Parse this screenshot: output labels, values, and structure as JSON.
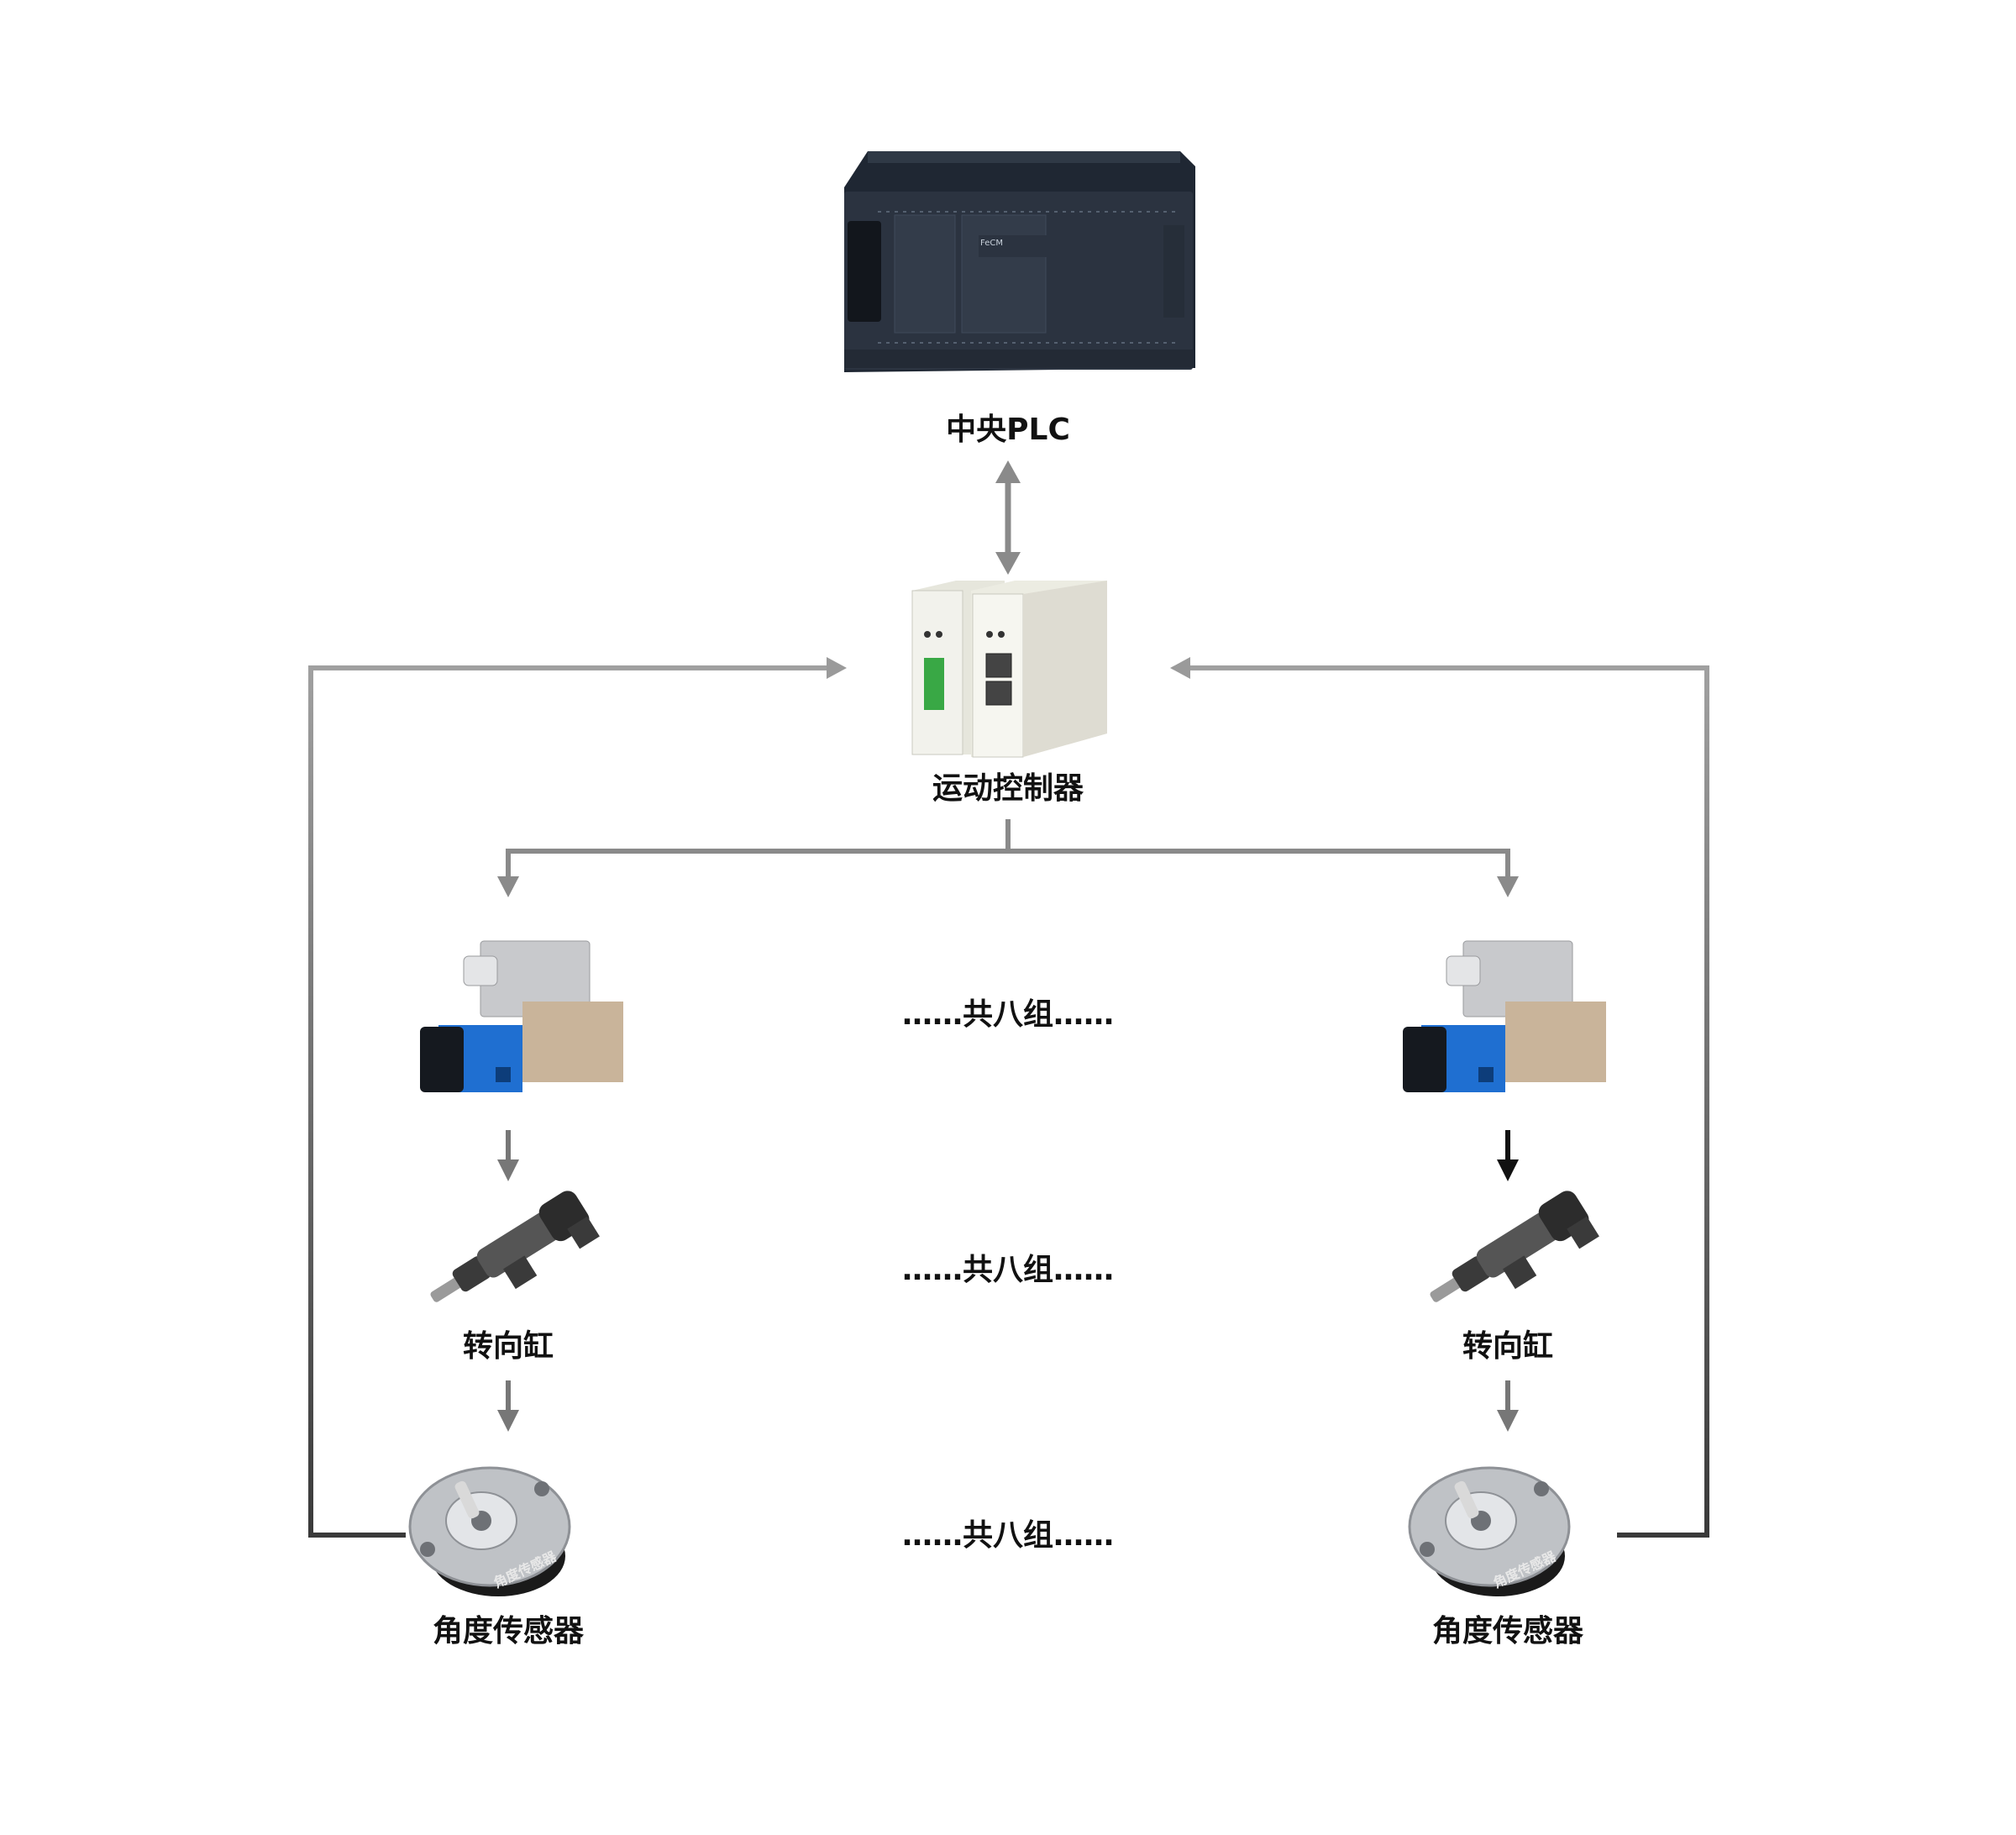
{
  "nodes": {
    "plc": {
      "label": "中央PLC",
      "icon": "plc-unit-icon",
      "brand_text": "FeCM"
    },
    "controller": {
      "label": "运动控制器",
      "icon": "din-rail-controller-icon"
    },
    "valve_left": {
      "icon": "servo-valve-icon"
    },
    "valve_right": {
      "icon": "servo-valve-icon"
    },
    "cylinder_left": {
      "label": "转向缸",
      "icon": "hydraulic-cylinder-icon"
    },
    "cylinder_right": {
      "label": "转向缸",
      "icon": "hydraulic-cylinder-icon"
    },
    "sensor_left": {
      "label": "角度传感器",
      "icon": "angle-sensor-icon",
      "face_text": "角度传感器"
    },
    "sensor_right": {
      "label": "角度传感器",
      "icon": "angle-sensor-icon",
      "face_text": "角度传感器"
    }
  },
  "group_notes": {
    "valves": "……共八组……",
    "cylinders": "……共八组……",
    "sensors": "……共八组……"
  },
  "colors": {
    "arrow_gray": "#8a8a8a",
    "arrow_dark": "#111111",
    "feedback_gradient_top": "#9a9a9a",
    "feedback_gradient_bottom": "#3a3a3a",
    "plc_body": "#2b3340",
    "valve_blue": "#1f6fd1"
  }
}
